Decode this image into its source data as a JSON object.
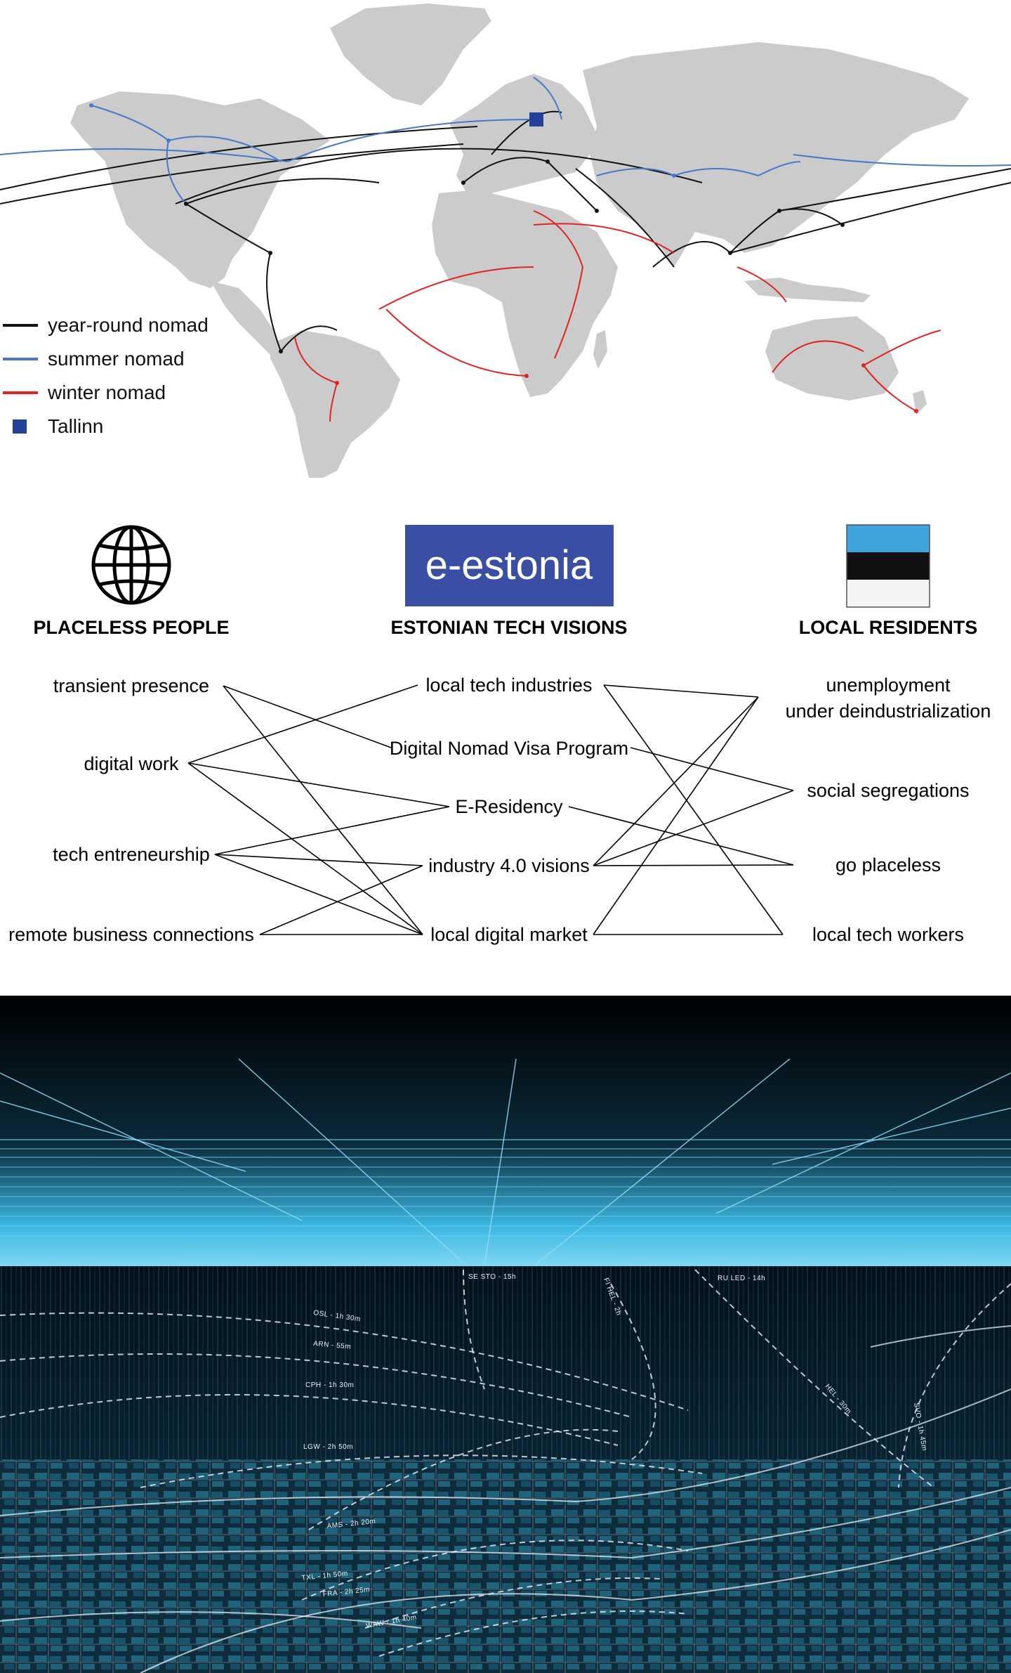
{
  "map": {
    "legend": [
      {
        "label": "year-round nomad",
        "color": "#111111"
      },
      {
        "label": "summer nomad",
        "color": "#4a78c8"
      },
      {
        "label": "winter nomad",
        "color": "#e02424"
      },
      {
        "label": "Tallinn",
        "color": "#24419a"
      }
    ]
  },
  "columns": {
    "left": {
      "title": "PLACELESS PEOPLE",
      "icon": "globe-icon"
    },
    "center": {
      "title": "ESTONIAN TECH VISIONS",
      "logo_text": "e-estonia",
      "logo_color": "#3a4fa3"
    },
    "right": {
      "title": "LOCAL RESIDENTS",
      "icon": "estonian-flag-icon",
      "flag_colors": [
        "#3fa4dc",
        "#111111",
        "#f4f4f4"
      ]
    }
  },
  "nodes": {
    "left": [
      "transient presence",
      "digital work",
      "tech entreneurship",
      "remote business connections"
    ],
    "center": [
      "local tech industries",
      "Digital Nomad Visa Program",
      "E-Residency",
      "industry 4.0 visions",
      "local digital market"
    ],
    "right": [
      "unemployment",
      "under deindustrialization",
      "social segregations",
      "go placeless",
      "local tech workers"
    ]
  },
  "flights": [
    "SE STO - 15h",
    "FI HEL - 2h",
    "RU LED - 14h",
    "OSL - 1h 30m",
    "ARN - 55m",
    "CPH - 1h 30m",
    "LGW - 2h 50m",
    "AMS - 2h 20m",
    "TXL - 1h 50m",
    "FRA - 2h 25m",
    "WAW - 1h 40m",
    "HEL - 30m",
    "SVO - 1h 45m"
  ]
}
